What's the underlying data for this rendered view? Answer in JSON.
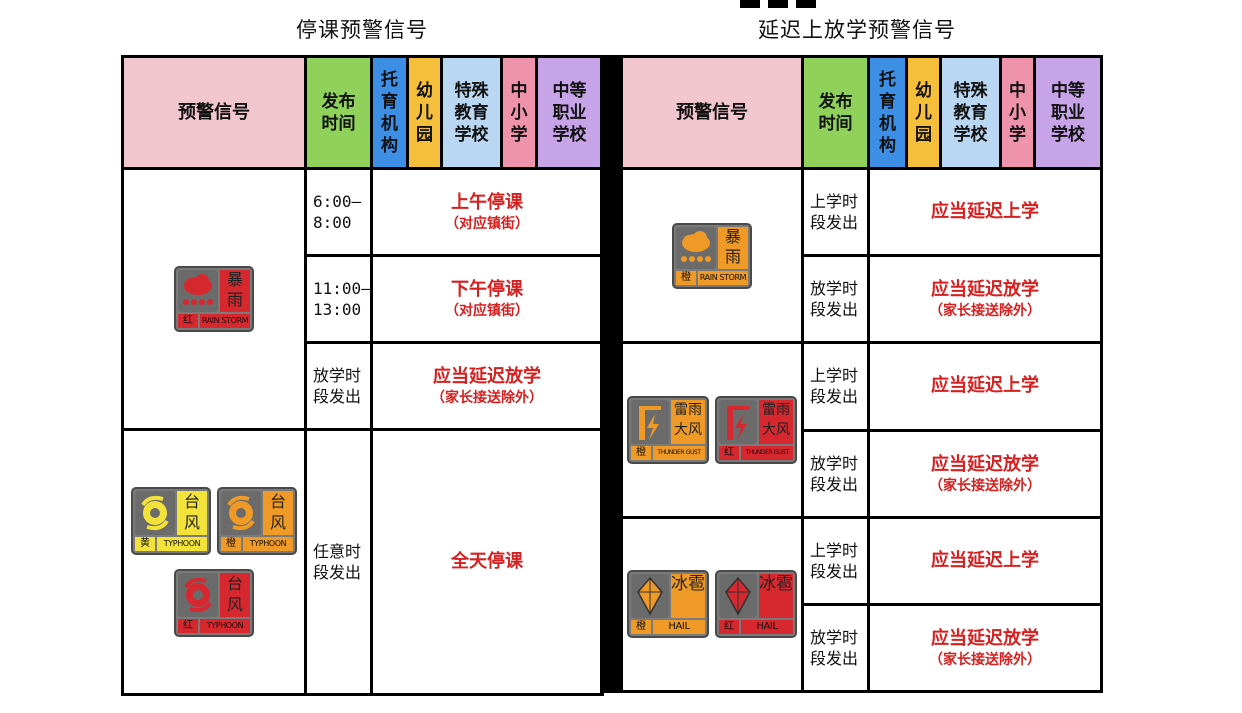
{
  "titles": {
    "left": "停课预警信号",
    "right": "延迟上放学预警信号"
  },
  "headers": {
    "signal": "预警信号",
    "time": "发布时间",
    "tuoyu": "托育机构",
    "youer": "幼儿园",
    "teshu": "特殊教育学校",
    "zhongxiao": "中小学",
    "zhongzhi": "中等职业学校"
  },
  "left_rows": [
    {
      "time": "6:00–8:00",
      "action": "上午停课",
      "note": "（对应镇街）"
    },
    {
      "time": "11:00–13:00",
      "action": "下午停课",
      "note": "（对应镇街）"
    },
    {
      "time": "放学时段发出",
      "action": "应当延迟放学",
      "note": "（家长接送除外）"
    },
    {
      "time": "任意时段发出",
      "action": "全天停课"
    }
  ],
  "right_rows": [
    {
      "time": "上学时段发出",
      "action": "应当延迟上学"
    },
    {
      "time": "放学时段发出",
      "action": "应当延迟放学",
      "note": "（家长接送除外）"
    },
    {
      "time": "上学时段发出",
      "action": "应当延迟上学"
    },
    {
      "time": "放学时段发出",
      "action": "应当延迟放学",
      "note": "（家长接送除外）"
    },
    {
      "time": "上学时段发出",
      "action": "应当延迟上学"
    },
    {
      "time": "放学时段发出",
      "action": "应当延迟放学",
      "note": "（家长接送除外）"
    }
  ],
  "icons": {
    "rainstorm_red": {
      "cn": "暴雨",
      "level": "红",
      "en": "RAIN STORM"
    },
    "rainstorm_orange": {
      "cn": "暴雨",
      "level": "橙",
      "en": "RAIN STORM"
    },
    "typhoon_yellow": {
      "cn": "台风",
      "level": "黄",
      "en": "TYPHOON"
    },
    "typhoon_orange": {
      "cn": "台风",
      "level": "橙",
      "en": "TYPHOON"
    },
    "typhoon_red": {
      "cn": "台风",
      "level": "红",
      "en": "TYPHOON"
    },
    "thunder_orange": {
      "cn": "雷雨大风",
      "level": "橙",
      "en": "THUNDER GUST"
    },
    "thunder_red": {
      "cn": "雷雨大风",
      "level": "红",
      "en": "THUNDER GUST"
    },
    "hail_orange": {
      "cn": "冰雹",
      "level": "橙",
      "en": "HAIL"
    },
    "hail_red": {
      "cn": "冰雹",
      "level": "红",
      "en": "HAIL"
    }
  },
  "colors": {
    "header_signal": "#f2c6cf",
    "header_time": "#8fd15a",
    "tuoyu": "#3d8fe6",
    "youer": "#f6bf3b",
    "teshu": "#b9d6f2",
    "zhongxiao": "#ef92ab",
    "zhongzhi": "#c7a4e8",
    "action_red": "#d62020"
  }
}
